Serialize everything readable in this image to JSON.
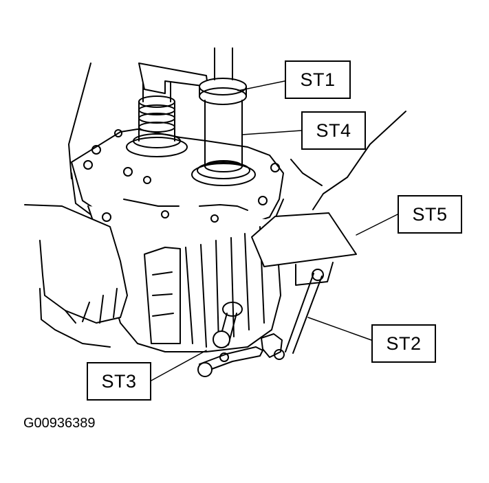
{
  "callouts": {
    "st1": "ST1",
    "st2": "ST2",
    "st3": "ST3",
    "st4": "ST4",
    "st5": "ST5"
  },
  "figure_id": "G00936389",
  "colors": {
    "ink": "#000000",
    "paper": "#ffffff"
  }
}
